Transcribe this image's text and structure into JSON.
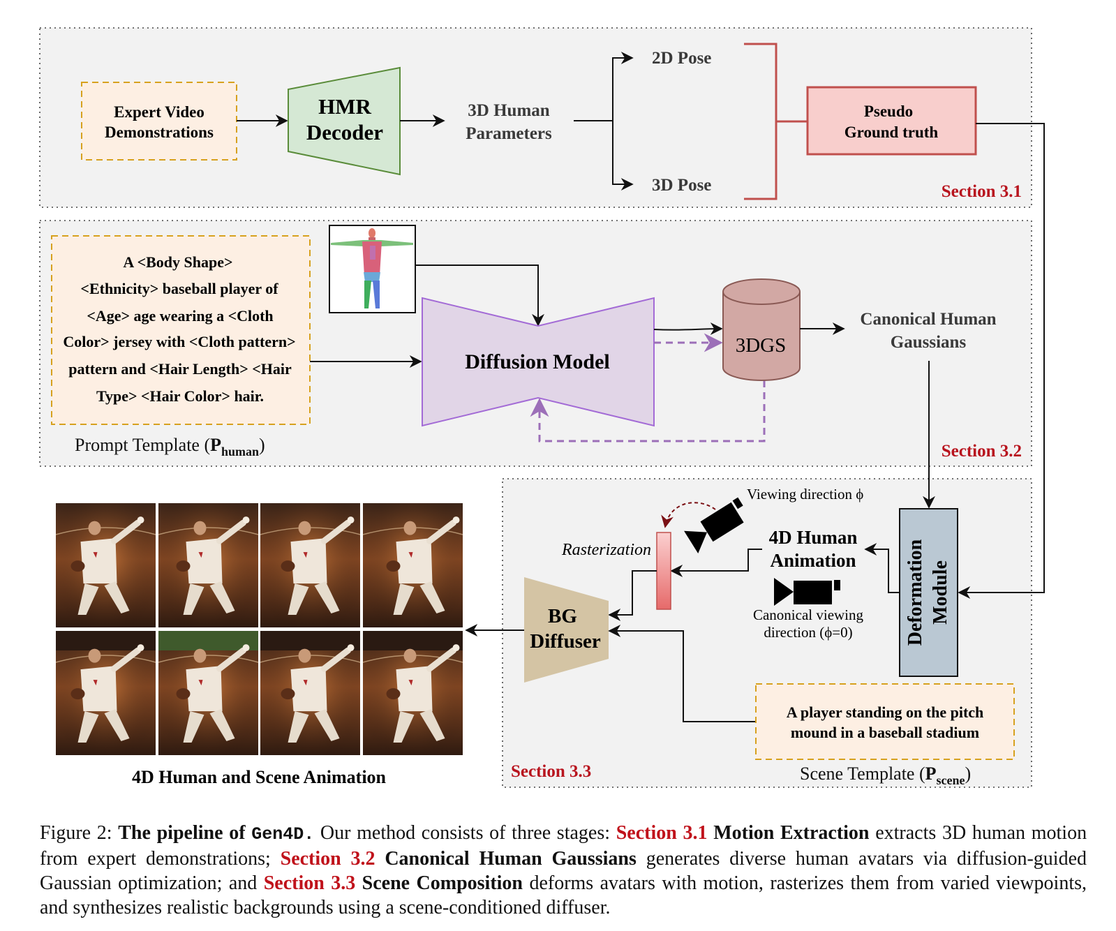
{
  "section1": {
    "label": "Section 3.1",
    "expert_video": [
      "Expert Video",
      "Demonstrations"
    ],
    "hmr_decoder": [
      "HMR",
      "Decoder"
    ],
    "human_params": [
      "3D Human",
      "Parameters"
    ],
    "pose_2d": "2D Pose",
    "pose_3d": "3D Pose",
    "pseudo_gt": [
      "Pseudo",
      "Ground truth"
    ]
  },
  "section2": {
    "label": "Section 3.2",
    "prompt_lines": [
      "A <Body Shape>",
      "<Ethnicity> baseball player of",
      "<Age> age wearing a <Cloth",
      "Color> jersey with <Cloth pattern>",
      "pattern and <Hair Length> <Hair",
      "Type> <Hair Color> hair."
    ],
    "prompt_template_label": "Prompt Template (",
    "prompt_template_symbol": "P",
    "prompt_template_sub": "human",
    "diffusion_model": "Diffusion Model",
    "gs_3dgs": "3DGS",
    "canonical_gaussians": [
      "Canonical Human",
      "Gaussians"
    ]
  },
  "section3": {
    "label": "Section 3.3",
    "viewing_direction": "Viewing direction ϕ",
    "rasterization": "Rasterization",
    "animation_4d": [
      "4D Human",
      "Animation"
    ],
    "canonical_viewing": [
      "Canonical viewing",
      "direction (ϕ=0)"
    ],
    "deformation_module": [
      "Deformation",
      "Module"
    ],
    "bg_diffuser": [
      "BG",
      "Diffuser"
    ],
    "scene_prompt": [
      "A player standing on the pitch",
      "mound in a baseball stadium"
    ],
    "scene_template_label": "Scene Template (",
    "scene_template_symbol": "P",
    "scene_template_sub": "scene",
    "output_label": "4D Human and Scene Animation"
  },
  "caption": {
    "fig": "Figure 2:",
    "title_a": "The pipeline of",
    "title_code": "Gen4D.",
    "t1": "Our method consists of three stages:",
    "s1": "Section 3.1",
    "s1_name": "Motion Extraction",
    "t2": "extracts 3D human motion from expert demonstrations;",
    "s2": "Section 3.2",
    "s2_name": "Canonical Human Gaussians",
    "t3": "generates diverse human avatars via diffusion-guided Gaussian optimization; and",
    "s3": "Section 3.3",
    "s3_name": "Scene Composition",
    "t4": "deforms avatars with motion, rasterizes them from varied viewpoints, and synthesizes realistic backgrounds using a scene-conditioned diffuser."
  },
  "colors": {
    "panel_bg": "#f2f2f2",
    "section_red": "#b8141e",
    "prompt_fill": "#fdefe3",
    "prompt_border": "#d7a11e",
    "hmr_fill": "#d5e8d4",
    "hmr_border": "#5a8c3a",
    "pseudo_fill": "#f8cecc",
    "pseudo_border": "#c0504d",
    "diffusion_fill": "#e1d5e7",
    "diffusion_border": "#a36bd6",
    "gs_fill": "#d2a8a4",
    "deform_fill": "#bac8d3",
    "bg_diffuser_fill": "#d4c4a4"
  }
}
